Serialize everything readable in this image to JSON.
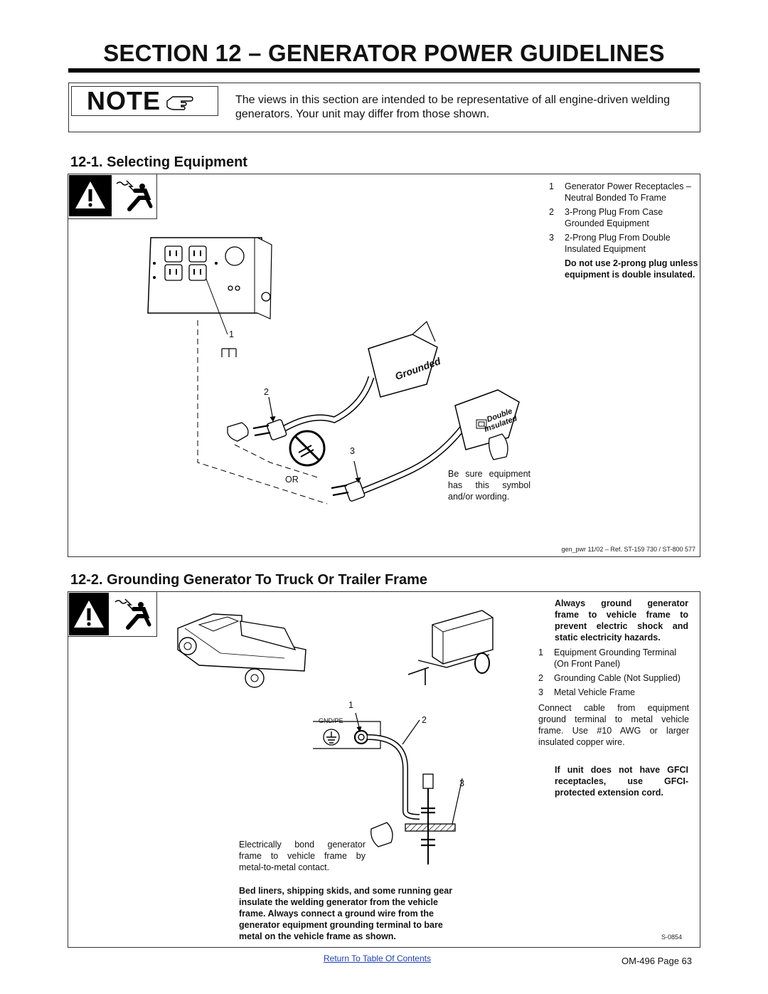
{
  "page": {
    "title": "SECTION 12 – GENERATOR POWER GUIDELINES",
    "footer_link": "Return To Table Of Contents",
    "page_number": "OM-496 Page 63"
  },
  "note": {
    "label": "NOTE",
    "icon": "pointing-hand-icon",
    "text": "The views in this section are intended to be representative of all engine-driven welding generators. Your unit may differ from those shown."
  },
  "section1": {
    "heading": "12-1. Selecting Equipment",
    "warning_icons": [
      "caution-triangle-icon",
      "electric-shock-icon"
    ],
    "legend": [
      {
        "num": "1",
        "text": "Generator Power Receptacles – Neutral Bonded To Frame"
      },
      {
        "num": "2",
        "text": "3-Prong Plug From Case Grounded Equipment"
      },
      {
        "num": "3",
        "text": "2-Prong Plug From Double Insulated Equipment"
      }
    ],
    "warning_text": "Do not use 2-prong plug unless equipment is double insulated.",
    "callouts": {
      "c1": "1",
      "c2": "2",
      "c3": "3",
      "or": "OR"
    },
    "grounded_label": "Grounded",
    "double_label": "Double",
    "insulated_label": "Insulated",
    "be_sure_text": "Be sure equipment has this symbol and/or wording.",
    "ref": "gen_pwr 11/02 – Ref. ST-159 730 / ST-800 577"
  },
  "section2": {
    "heading": "12-2. Grounding Generator To Truck Or Trailer Frame",
    "warning_icons": [
      "caution-triangle-icon",
      "electric-shock-icon"
    ],
    "warning_text": "Always ground generator frame to vehicle frame to prevent electric shock and static electricity hazards.",
    "legend": [
      {
        "num": "1",
        "text": "Equipment Grounding Terminal (On Front Panel)"
      },
      {
        "num": "2",
        "text": "Grounding Cable (Not Supplied)"
      },
      {
        "num": "3",
        "text": "Metal Vehicle Frame"
      }
    ],
    "connect_text": "Connect cable from equipment ground terminal to metal vehicle frame. Use #10 AWG or larger insulated copper wire.",
    "gfci_text": "If unit does not have GFCI receptacles, use GFCI-protected extension cord.",
    "gnd_label": "GND/PE",
    "callouts": {
      "c1": "1",
      "c2": "2",
      "c3": "3"
    },
    "bond_text": "Electrically bond generator frame to vehicle frame by metal-to-metal contact.",
    "bed_text": "Bed liners, shipping skids, and some running gear insulate the welding generator from the vehicle frame. Always connect a ground wire from the generator equipment grounding terminal to bare metal on the vehicle frame as shown.",
    "ref": "S-0854"
  }
}
